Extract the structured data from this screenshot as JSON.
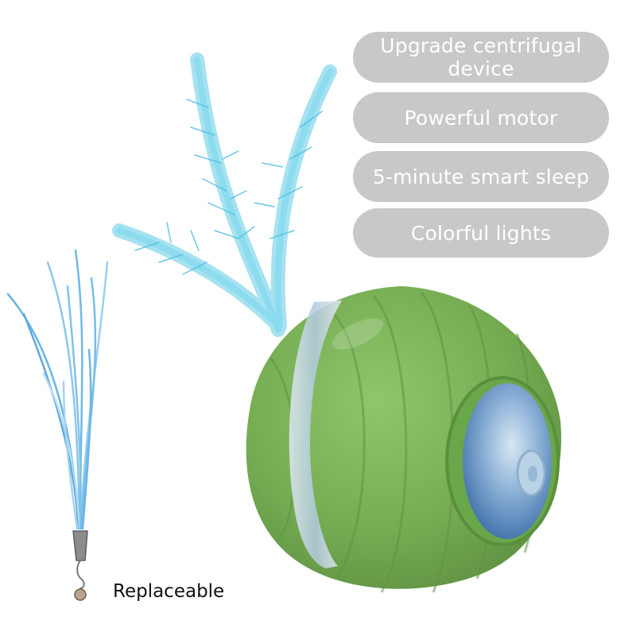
{
  "features": [
    {
      "label": "Upgrade centrifugal device"
    },
    {
      "label": "Powerful motor"
    },
    {
      "label": "5-minute smart sleep"
    },
    {
      "label": "Colorful lights"
    }
  ],
  "accessory_caption": "Replaceable",
  "colors": {
    "ball_green": "#79b256",
    "feather_blue": "#5ecbe6",
    "pill_gray": "#c8c8c6",
    "pill_text": "#ffffff"
  }
}
